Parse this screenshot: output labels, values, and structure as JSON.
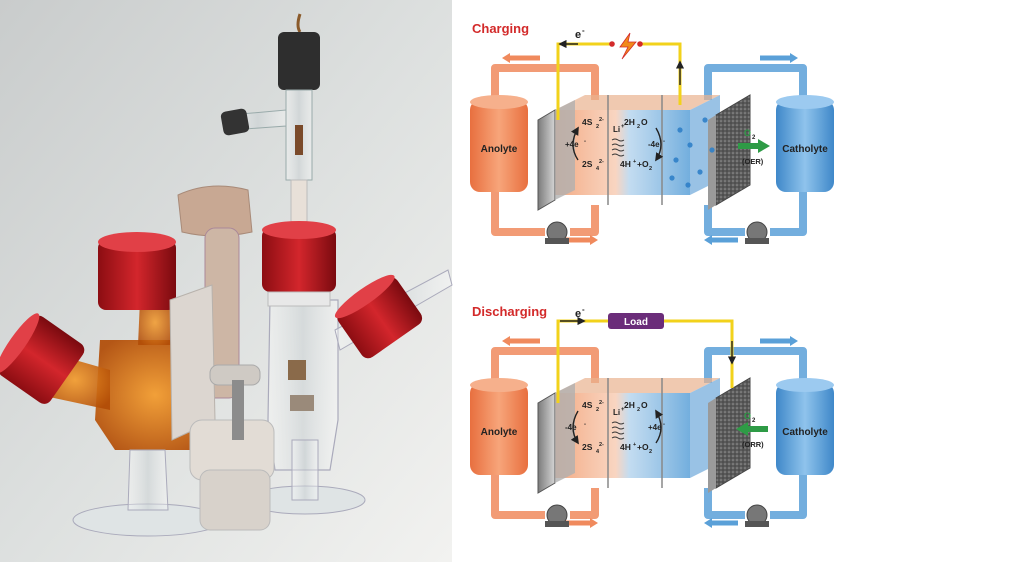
{
  "charging": {
    "title": "Charging",
    "electron": "e",
    "anolyte": "Anolyte",
    "catholyte": "Catholyte",
    "left_top": "4S",
    "left_mid": "+4e",
    "left_bot": "2S",
    "ion": "Li",
    "right_top": "2H",
    "right_mid": "-4e",
    "right_bot": "4H",
    "gas": "O",
    "gas_label": "(OER)"
  },
  "discharging": {
    "title": "Discharging",
    "electron": "e",
    "load": "Load",
    "anolyte": "Anolyte",
    "catholyte": "Catholyte",
    "left_top": "4S",
    "left_mid": "-4e",
    "left_bot": "2S",
    "ion": "Li",
    "right_top": "2H",
    "right_mid": "+4e",
    "right_bot": "4H",
    "gas": "O",
    "gas_label": "(ORR)"
  },
  "colors": {
    "anolyte": "#f08a5d",
    "catholyte": "#5aa0d8",
    "wire": "#f2d21b",
    "title": "#d32a2a",
    "load": "#6b2d7a",
    "gas": "#2e9b46"
  }
}
